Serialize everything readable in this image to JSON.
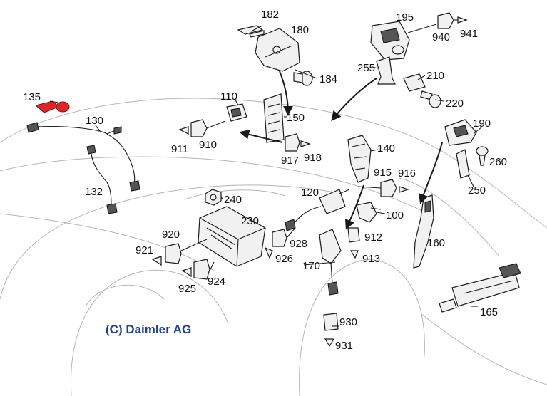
{
  "copyright": "(C) Daimler AG",
  "labels": {
    "l182": "182",
    "l180": "180",
    "l184": "184",
    "l195": "195",
    "l940": "940",
    "l941": "941",
    "l255": "255",
    "l210": "210",
    "l220": "220",
    "l135": "135",
    "l110": "110",
    "l130": "130",
    "l150": "150",
    "l190": "190",
    "l911": "911",
    "l910": "910",
    "l917": "917",
    "l918": "918",
    "l140": "140",
    "l260": "260",
    "l132": "132",
    "l915": "915",
    "l916": "916",
    "l250": "250",
    "l240": "240",
    "l120": "120",
    "l230": "230",
    "l100": "100",
    "l920": "920",
    "l928": "928",
    "l912": "912",
    "l921": "921",
    "l926": "926",
    "l913": "913",
    "l160": "160",
    "l170": "170",
    "l924": "924",
    "l925": "925",
    "l930": "930",
    "l931": "931",
    "l165": "165"
  },
  "colors": {
    "highlight": "#e0242a",
    "copyright": "#1f3f9f"
  }
}
